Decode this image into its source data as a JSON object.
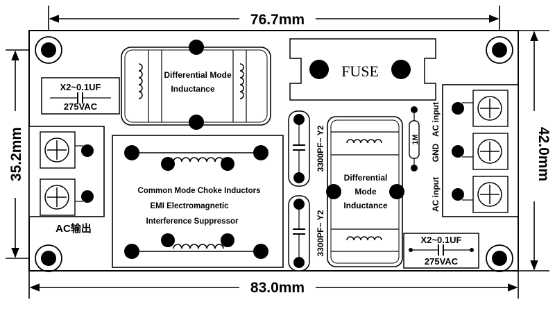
{
  "dimensions": {
    "top_width": "76.7mm",
    "bottom_width": "83.0mm",
    "left_height": "35.2mm",
    "right_height": "42.0mm"
  },
  "top_inductor": {
    "line1": "Differential Mode",
    "line2": "Inductance"
  },
  "fuse": {
    "label": "FUSE"
  },
  "cap_top_left": {
    "value": "X2~0.1UF",
    "voltage": "275VAC"
  },
  "cap_bottom_right": {
    "value": "X2~0.1UF",
    "voltage": "275VAC"
  },
  "y_caps": {
    "upper": "3300PF~ Y2",
    "lower": "3300PF~ Y2"
  },
  "mid_inductor": {
    "line1": "Differential",
    "line2": "Mode",
    "line3": "Inductance"
  },
  "resistor": {
    "label": "1M"
  },
  "choke": {
    "line1": "Common Mode Choke Inductors",
    "line2": "EMI Electromagnetic",
    "line3": "Interference Suppressor"
  },
  "terminals_right": {
    "top": "AC input",
    "middle": "GND",
    "bottom": "AC input"
  },
  "terminals_left": {
    "label": "AC输出"
  },
  "colors": {
    "ink": "#000000",
    "board": "#ffffff"
  }
}
